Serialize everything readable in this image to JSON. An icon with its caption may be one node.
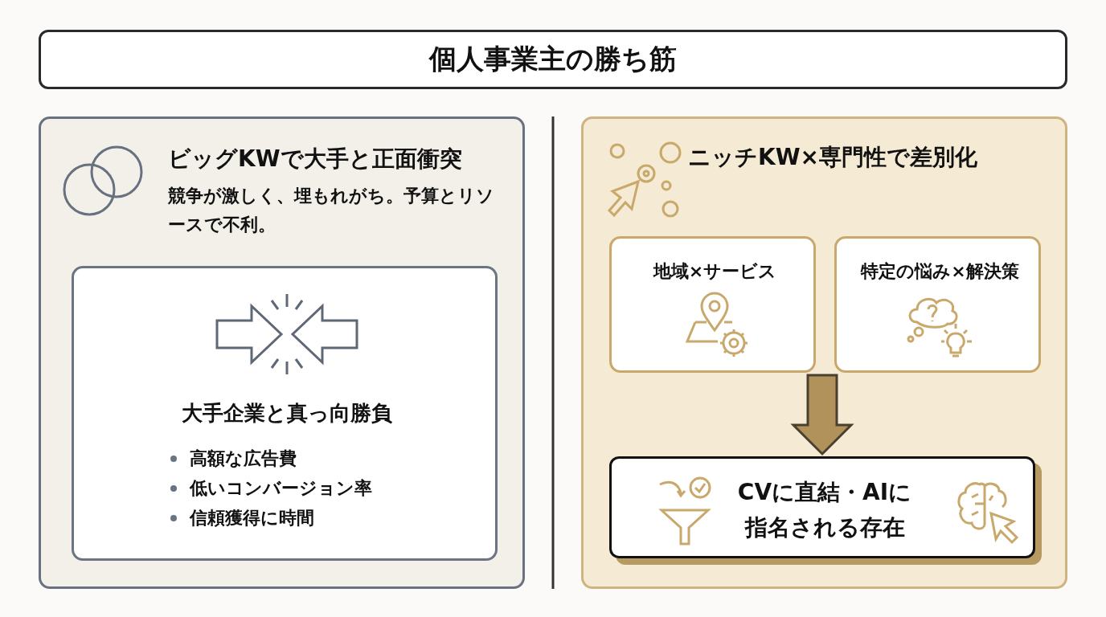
{
  "diagram": {
    "title": "個人事業主の勝ち筋",
    "nodes": [
      {
        "text": [
          "ビッグKWで大手と正面衝突",
          "競争が激しく、埋もれがち。予算とリソースで不利。"
        ]
      },
      {
        "text": [
          "大手企業と真っ向勝負",
          "高額な広告費",
          "低いコンバージョン率",
          "信頼獲得に時間"
        ],
        "in": 0
      },
      {
        "text": [
          "ニッチKW×専門性で差別化"
        ]
      },
      {
        "text": [
          "地域×サービス"
        ],
        "in": 2
      },
      {
        "text": [
          "特定の悩み×解決策"
        ],
        "in": 2
      },
      {
        "text": [
          "CVに直結・AIに指名される存在"
        ],
        "in": 2
      }
    ],
    "edges": [
      {
        "from": 3,
        "to": 5,
        "arrow": "to"
      },
      {
        "from": 4,
        "to": 5,
        "arrow": "to"
      }
    ]
  }
}
